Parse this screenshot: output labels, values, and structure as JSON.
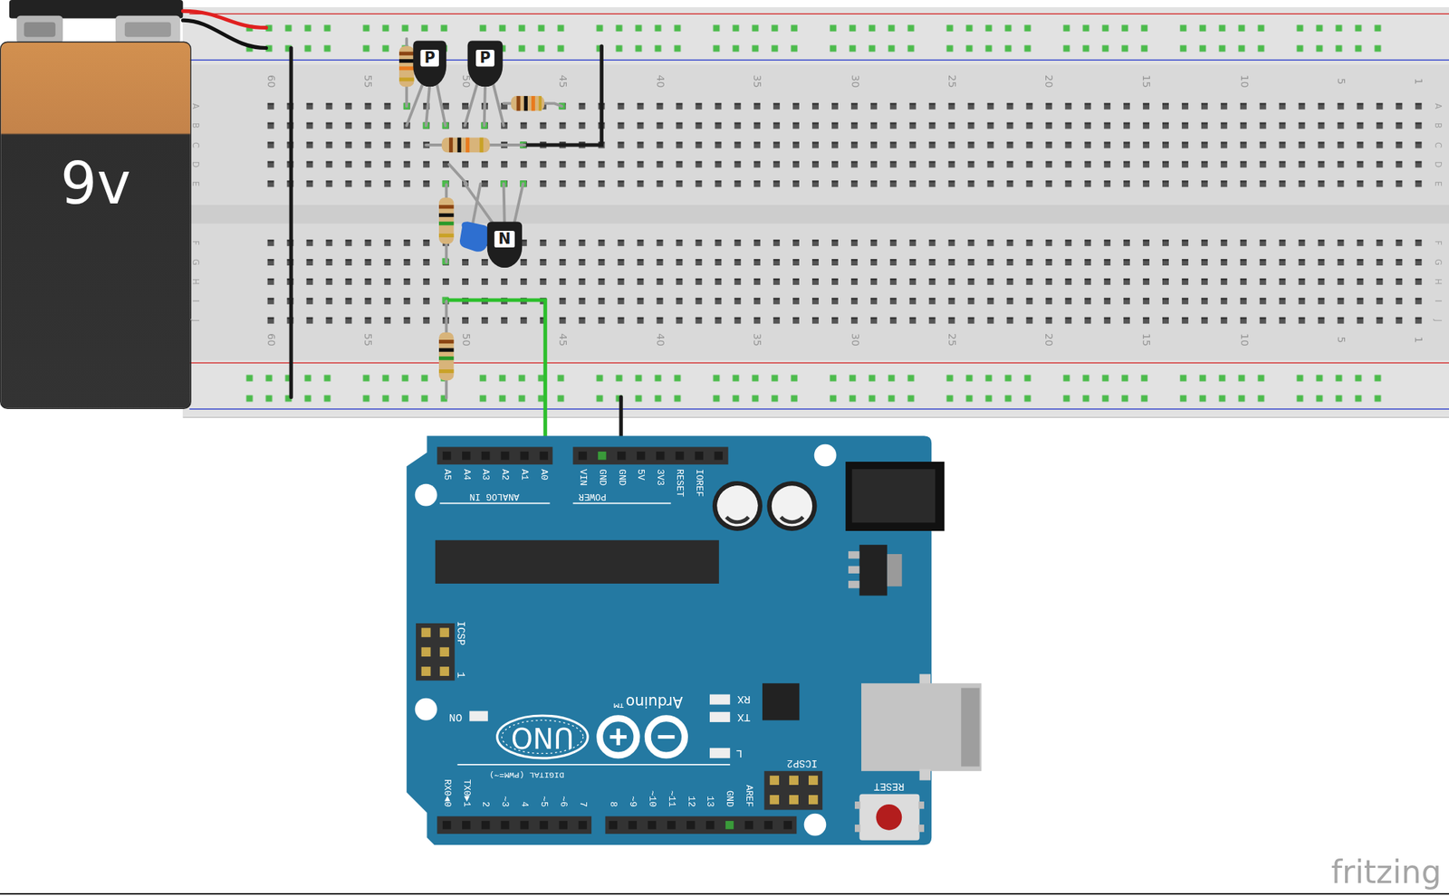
{
  "diagram": {
    "nodes": [
      {
        "text": [
          "9v"
        ]
      },
      {
        "text": [
          "P"
        ]
      },
      {
        "text": [
          "P"
        ]
      },
      {
        "text": [
          "N"
        ]
      }
    ],
    "labels": [
      "60",
      "55",
      "50",
      "45",
      "40",
      "35",
      "30",
      "25",
      "20",
      "15",
      "10",
      "5",
      "1",
      "A",
      "B",
      "C",
      "D",
      "E",
      "A",
      "B",
      "C",
      "D",
      "E",
      "F",
      "G",
      "H",
      "I",
      "J",
      "F",
      "G",
      "H",
      "I",
      "J",
      "60",
      "55",
      "50",
      "45",
      "40",
      "35",
      "30",
      "25",
      "20",
      "15",
      "10",
      "5",
      "1",
      "A5",
      "A4",
      "A3",
      "A2",
      "A1",
      "A0",
      "VIN",
      "GND",
      "GND",
      "5V",
      "3V3",
      "RESET",
      "IOREF",
      "ANALOG IN",
      "POWER",
      "ICSP",
      "1",
      "Arduino™",
      "RX",
      "TX",
      "ON",
      "UNO",
      "L",
      "ICSP2",
      "RESET",
      "DIGITAL (PWM=~)",
      "RX0◄0",
      "TX0►1",
      "2",
      "~3",
      "4",
      "~5",
      "~6",
      "7",
      "8",
      "~9",
      "~10",
      "~11",
      "12",
      "13",
      "GND",
      "AREF",
      "fritzing"
    ]
  }
}
